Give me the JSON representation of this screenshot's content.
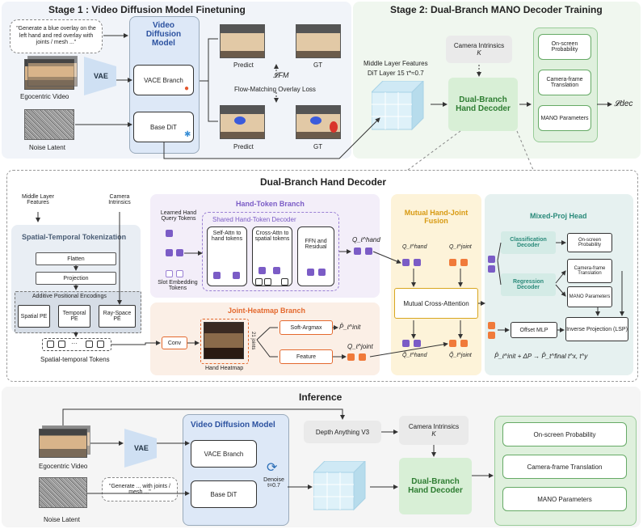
{
  "stage1": {
    "title": "Stage 1 : Video Diffusion Model Finetuning",
    "prompt": "\"Generate a blue overlay on the left hand and red overlay with joints / mesh ...\"",
    "ego_label": "Egocentric Video",
    "noise_label": "Noise Latent",
    "vae": "VAE",
    "vdm": "Video Diffusion Model",
    "vace": "VACE Branch",
    "basedit": "Base DiT",
    "predict": "Predict",
    "gt": "GT",
    "loss_symbol": "𝓛FM",
    "loss_label": "Flow-Matching Overlay Loss"
  },
  "stage2": {
    "title": "Stage 2: Dual-Branch MANO Decoder Training",
    "feat_label1": "Middle Layer Features",
    "feat_label2": "DiT Layer 15 τ*≈0.7",
    "cam": "Camera Intrinsics",
    "cam_k": "K",
    "decoder": "Dual-Branch Hand Decoder",
    "out1": "On-screen Probability",
    "out2": "Camera-frame Translation",
    "out3": "MANO Parameters",
    "loss": "𝓛dec"
  },
  "dbhd": {
    "title": "Dual-Branch Hand Decoder",
    "mid_feat": "Middle Layer Features",
    "cam": "Camera Intrinsics",
    "stt": "Spatial-Temporal Tokenization",
    "flatten": "Flatten",
    "projection": "Projection",
    "ape": "Additive Positional Encodings",
    "spatial_pe": "Spatial PE",
    "temporal_pe": "Temporal PE",
    "ray_pe": "Ray-Space PE",
    "st_tokens": "Spatial-temporal Tokens",
    "htb": "Hand-Token Branch",
    "lhq": "Learned Hand Query Tokens",
    "set": "Slot Embedding Tokens",
    "shtd": "Shared Hand-Token Decoder",
    "self_attn": "Self-Attn to hand tokens",
    "cross_attn": "Cross-Attn to spatial tokens",
    "ffn": "FFN and Residual",
    "q_hand": "Q_ℓ^hand",
    "jhb": "Joint-Heatmap Branch",
    "conv": "Conv",
    "heatmap": "Hand Heatmap",
    "joints21": "21 joints",
    "softargmax": "Soft-Argmax",
    "feature": "Feature",
    "p_init": "P̂_ℓ^init",
    "q_joint": "Q_ℓ^joint",
    "mhjf": "Mutual Hand-Joint Fusion",
    "mca": "Mutual Cross-Attention",
    "qt_hand": "Q̃_ℓ^hand",
    "qt_joint": "Q̃_ℓ^joint",
    "mph": "Mixed-Proj Head",
    "cls": "Classification Decoder",
    "reg": "Regression Decoder",
    "onscreen": "On-screen Probability",
    "camtrans": "Camera-frame Translation",
    "mano": "MANO Parameters",
    "offset": "Offset MLP",
    "invproj": "Inverse Projection (LSP)",
    "formula": "P̂_ℓ^init + ΔP → P̂_t^final   t^x, t^y"
  },
  "inference": {
    "title": "Inference",
    "ego_label": "Egocentric Video",
    "noise_label": "Noise Latent",
    "vae": "VAE",
    "vdm": "Video Diffusion Model",
    "vace": "VACE Branch",
    "basedit": "Base DiT",
    "denoise": "Denoise t=0.7",
    "prompt": "\"Generate ... with joints / mesh ...\"",
    "depth": "Depth Anything V3",
    "cam": "Camera Intrinsics",
    "cam_k": "K",
    "decoder": "Dual-Branch Hand Decoder",
    "out1": "On-screen Probability",
    "out2": "Camera-frame Translation",
    "out3": "MANO Parameters"
  }
}
